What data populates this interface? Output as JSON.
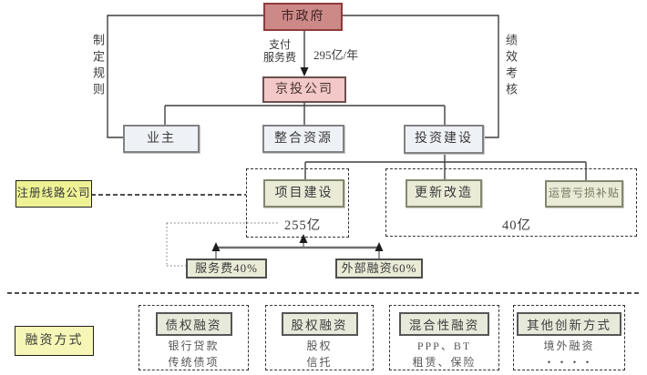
{
  "nodes": {
    "city_gov": "市政府",
    "jingtou_company": "京投公司",
    "owner": "业主",
    "integrate_resources": "整合资源",
    "invest_build": "投资建设",
    "project_build": "项目建设",
    "renewal": "更新改造",
    "operating_loss_subsidy": "运营亏损补贴",
    "registered_line_company": "注册线路公司",
    "service_fee_40": "服务费40%",
    "external_financing_60": "外部融资60%",
    "financing_methods_label": "融资方式"
  },
  "labels": {
    "pay_service_fee": "支付\n服务费",
    "amount_per_year": "295亿/年",
    "make_rules": "制定规则",
    "performance_assessment": "绩效考核",
    "amount_project": "255亿",
    "amount_renewal": "40亿"
  },
  "financing_methods": [
    {
      "title": "债权融资",
      "items": [
        "银行贷款",
        "传统债项"
      ]
    },
    {
      "title": "股权融资",
      "items": [
        "股权",
        "信托"
      ]
    },
    {
      "title": "混合性融资",
      "items": [
        "PPP、BT",
        "租赁、保险"
      ]
    },
    {
      "title": "其他创新方式",
      "items": [
        "境外融资",
        "・・・・"
      ]
    }
  ],
  "colors": {
    "gov_fill": "#cd8888",
    "gov_border": "#8e3b3b",
    "company_fill": "#f2c8c8",
    "gray_fill": "#eef1f6",
    "green_fill": "#e9ebd6",
    "yellow_fill": "#eef294",
    "pale_yellow_fill": "#f6f7b6",
    "line": "#3f3f3f"
  }
}
